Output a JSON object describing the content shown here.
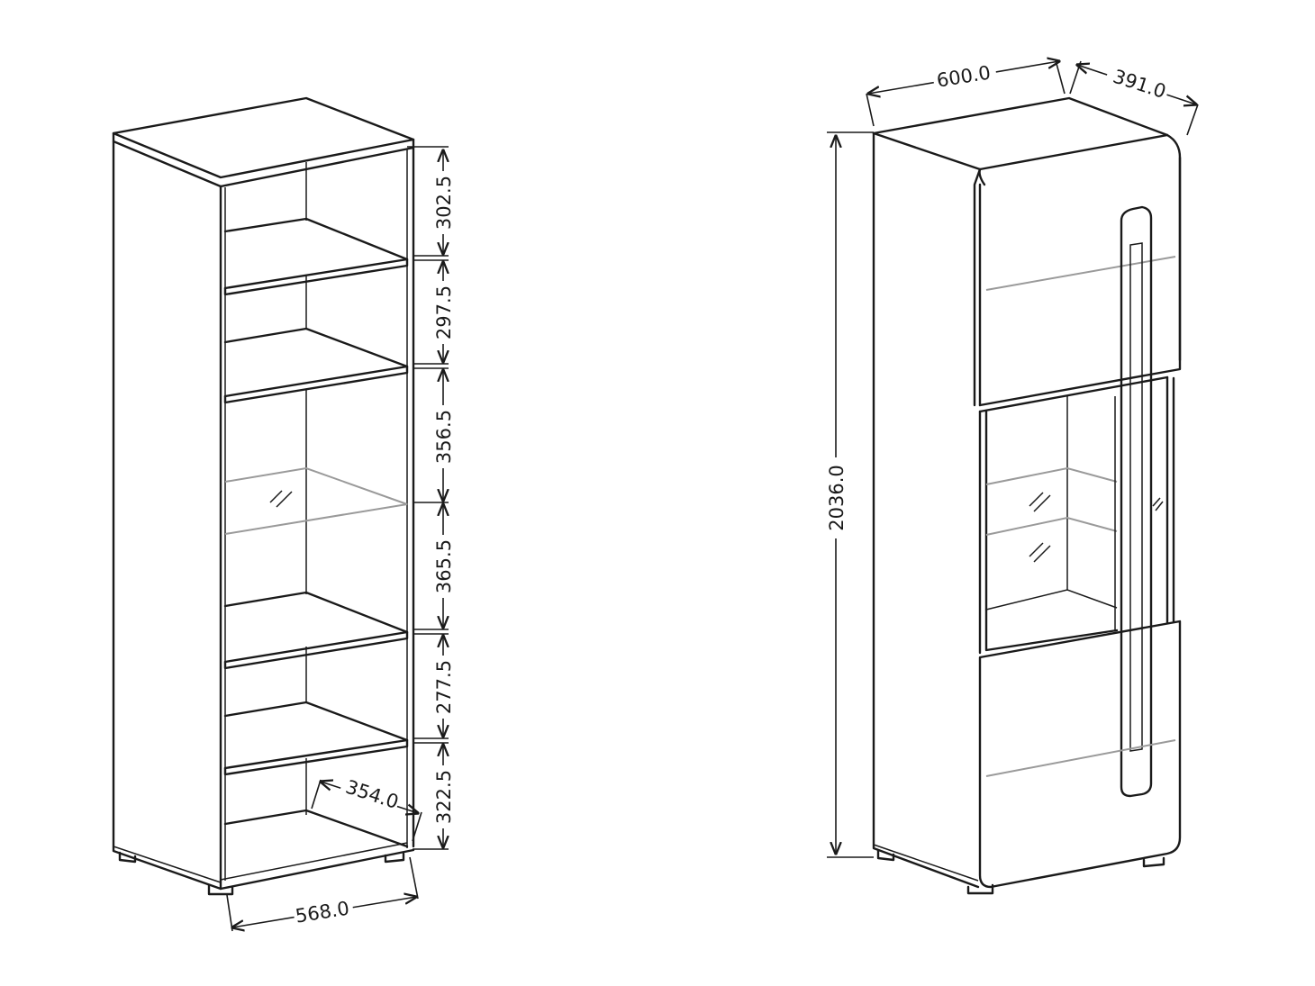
{
  "open_unit": {
    "shelf_heights": [
      "302.5",
      "297.5",
      "356.5",
      "365.5",
      "277.5",
      "322.5"
    ],
    "depth": "354.0",
    "width": "568.0"
  },
  "glass_unit": {
    "width": "600.0",
    "depth": "391.0",
    "height": "2036.0"
  },
  "colors": {
    "line": "#1a1a1a",
    "glass": "#9a9a9a",
    "background": "#ffffff"
  }
}
